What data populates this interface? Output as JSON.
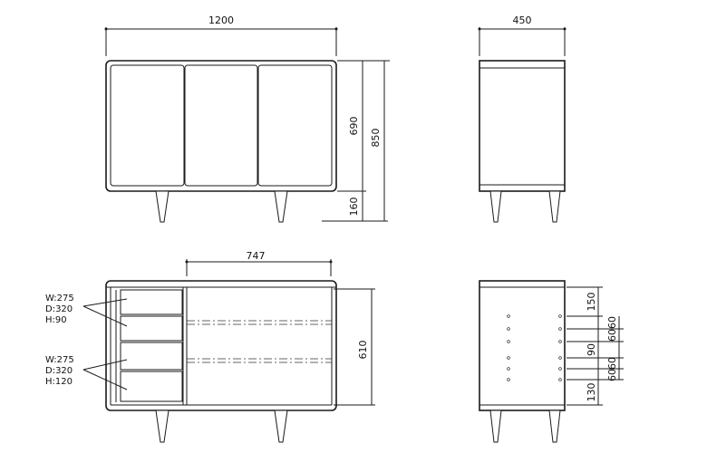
{
  "dims": {
    "front_width": "1200",
    "body_height": "690",
    "total_height": "850",
    "leg_height": "160",
    "side_depth": "450",
    "inner_width": "747",
    "inner_height": "610",
    "side_top": "150",
    "side_mid": "90",
    "side_bottom": "130",
    "side_60a": "60",
    "side_60b": "60",
    "side_60c": "60",
    "side_60d": "60"
  },
  "drawers": {
    "upper": {
      "w": "W:275",
      "d": "D:320",
      "h": "H:90"
    },
    "lower": {
      "w": "W:275",
      "d": "D:320",
      "h": "H:120"
    }
  },
  "colors": {
    "line": "#1a1a1a",
    "background": "#ffffff"
  }
}
